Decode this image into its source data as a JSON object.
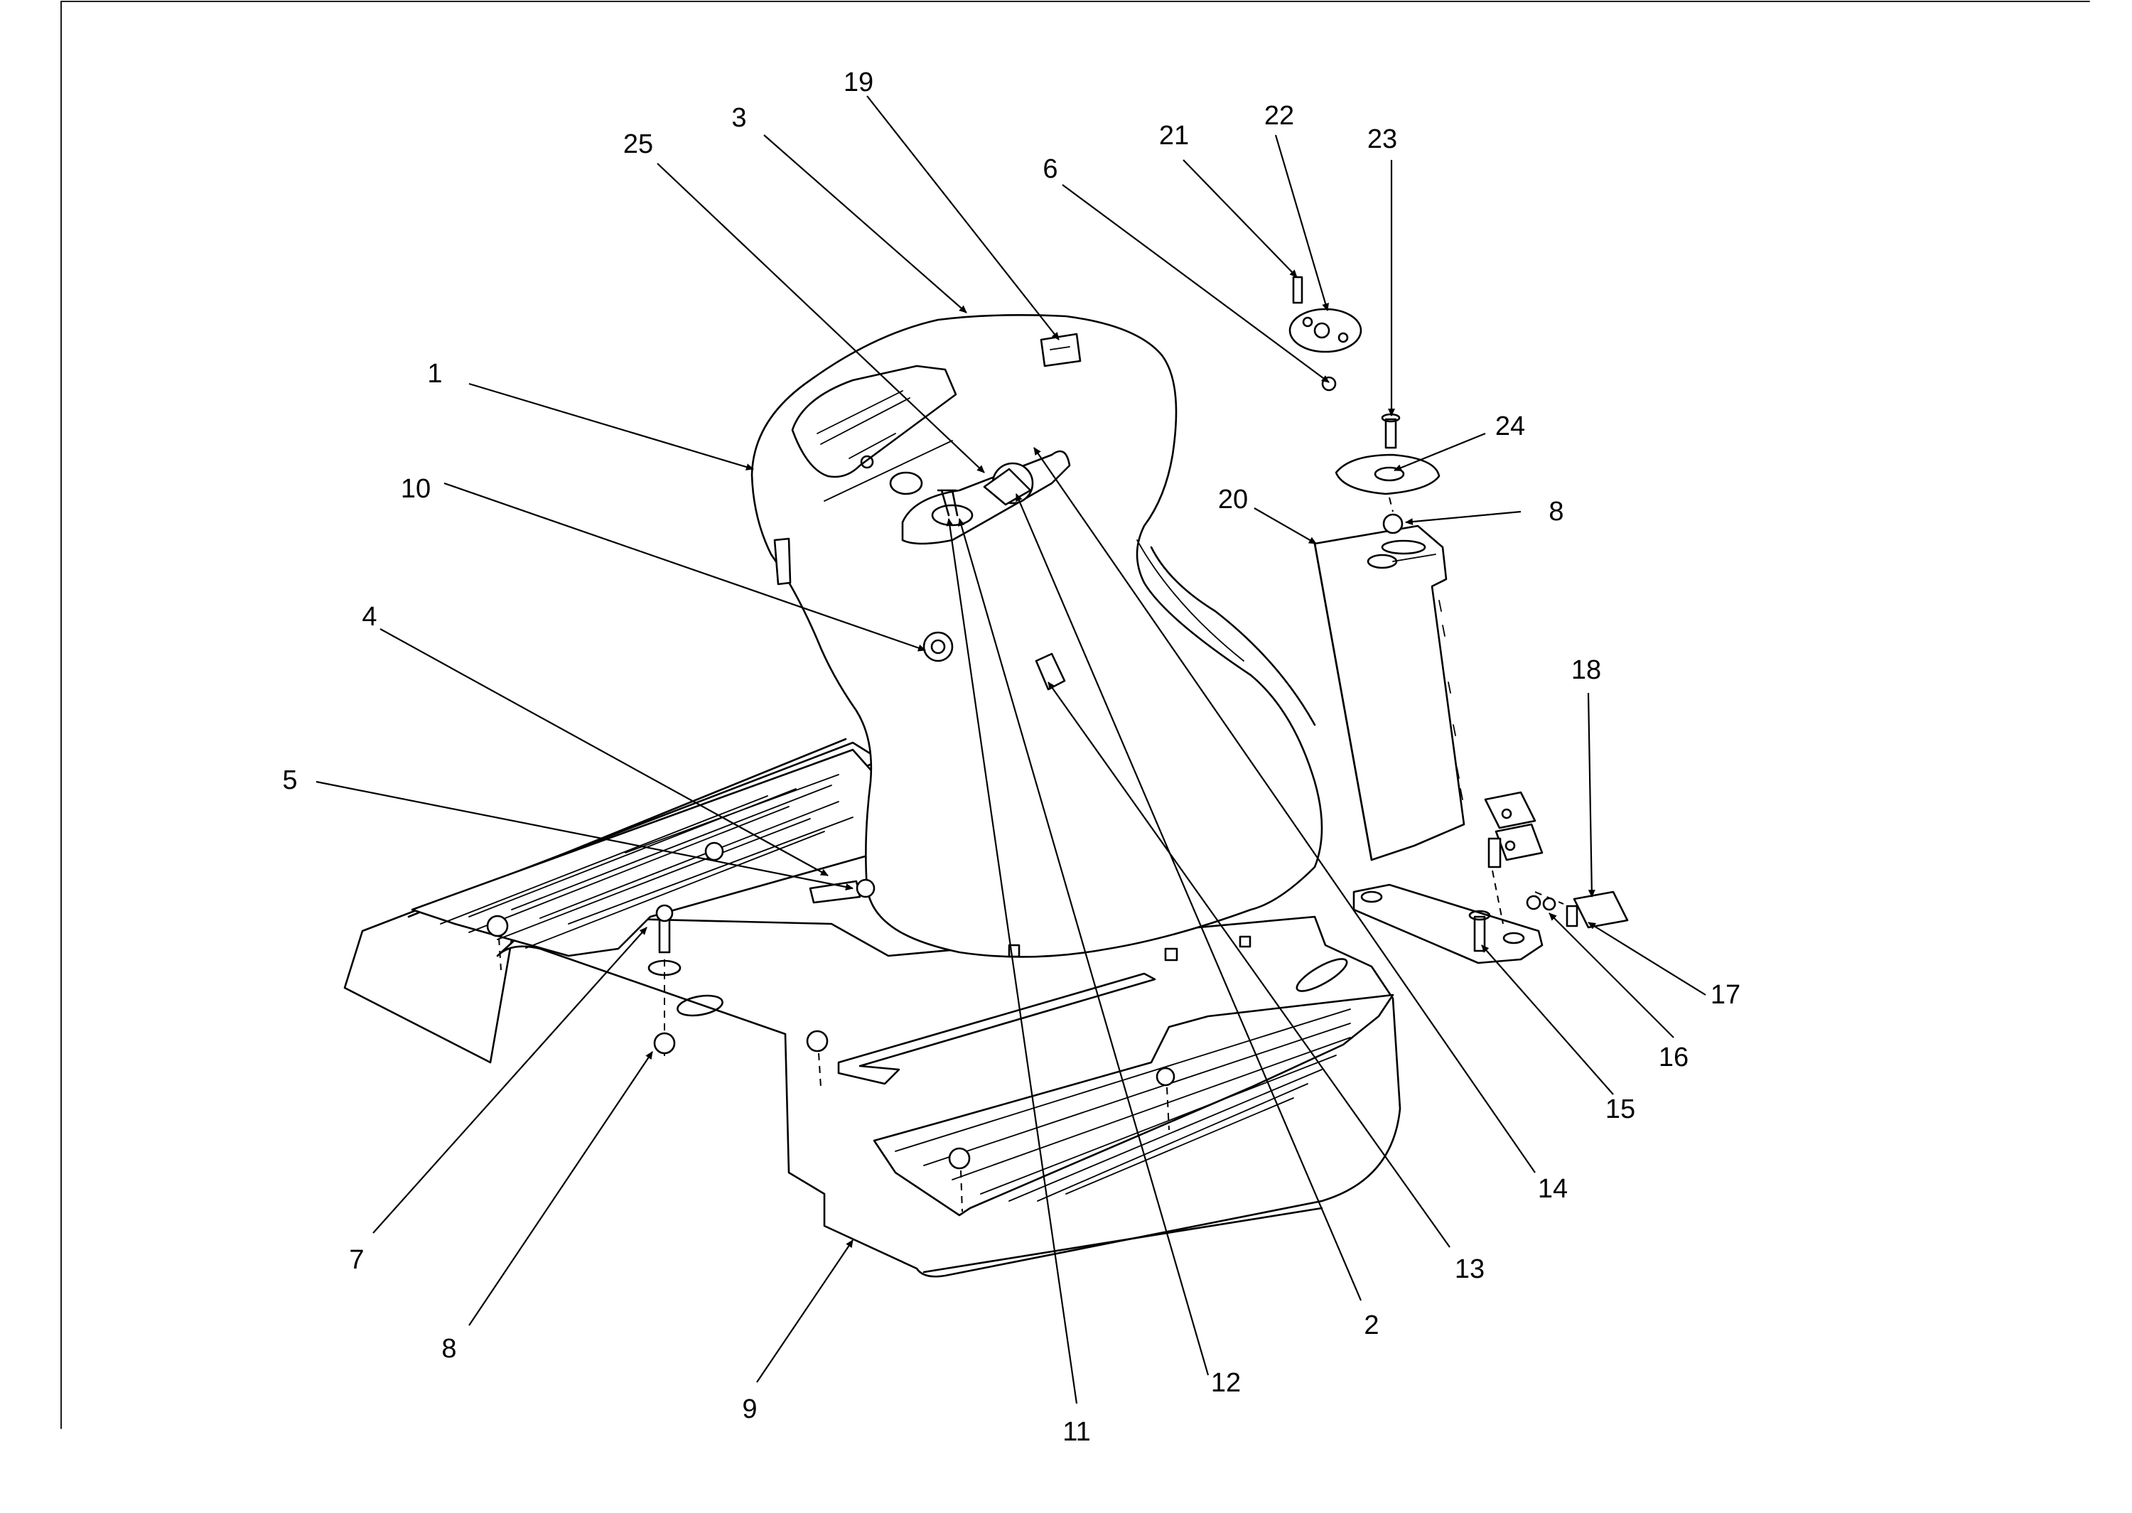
{
  "callouts": [
    {
      "id": "c1",
      "label": "1"
    },
    {
      "id": "c2",
      "label": "2"
    },
    {
      "id": "c3",
      "label": "3"
    },
    {
      "id": "c4",
      "label": "4"
    },
    {
      "id": "c5",
      "label": "5"
    },
    {
      "id": "c6",
      "label": "6"
    },
    {
      "id": "c7",
      "label": "7"
    },
    {
      "id": "c8a",
      "label": "8"
    },
    {
      "id": "c8b",
      "label": "8"
    },
    {
      "id": "c9",
      "label": "9"
    },
    {
      "id": "c10",
      "label": "10"
    },
    {
      "id": "c11",
      "label": "11"
    },
    {
      "id": "c12",
      "label": "12"
    },
    {
      "id": "c13",
      "label": "13"
    },
    {
      "id": "c14",
      "label": "14"
    },
    {
      "id": "c15",
      "label": "15"
    },
    {
      "id": "c16",
      "label": "16"
    },
    {
      "id": "c17",
      "label": "17"
    },
    {
      "id": "c18",
      "label": "18"
    },
    {
      "id": "c19",
      "label": "19"
    },
    {
      "id": "c20",
      "label": "20"
    },
    {
      "id": "c21",
      "label": "21"
    },
    {
      "id": "c22",
      "label": "22"
    },
    {
      "id": "c23",
      "label": "23"
    },
    {
      "id": "c24",
      "label": "24"
    },
    {
      "id": "c25",
      "label": "25"
    }
  ]
}
